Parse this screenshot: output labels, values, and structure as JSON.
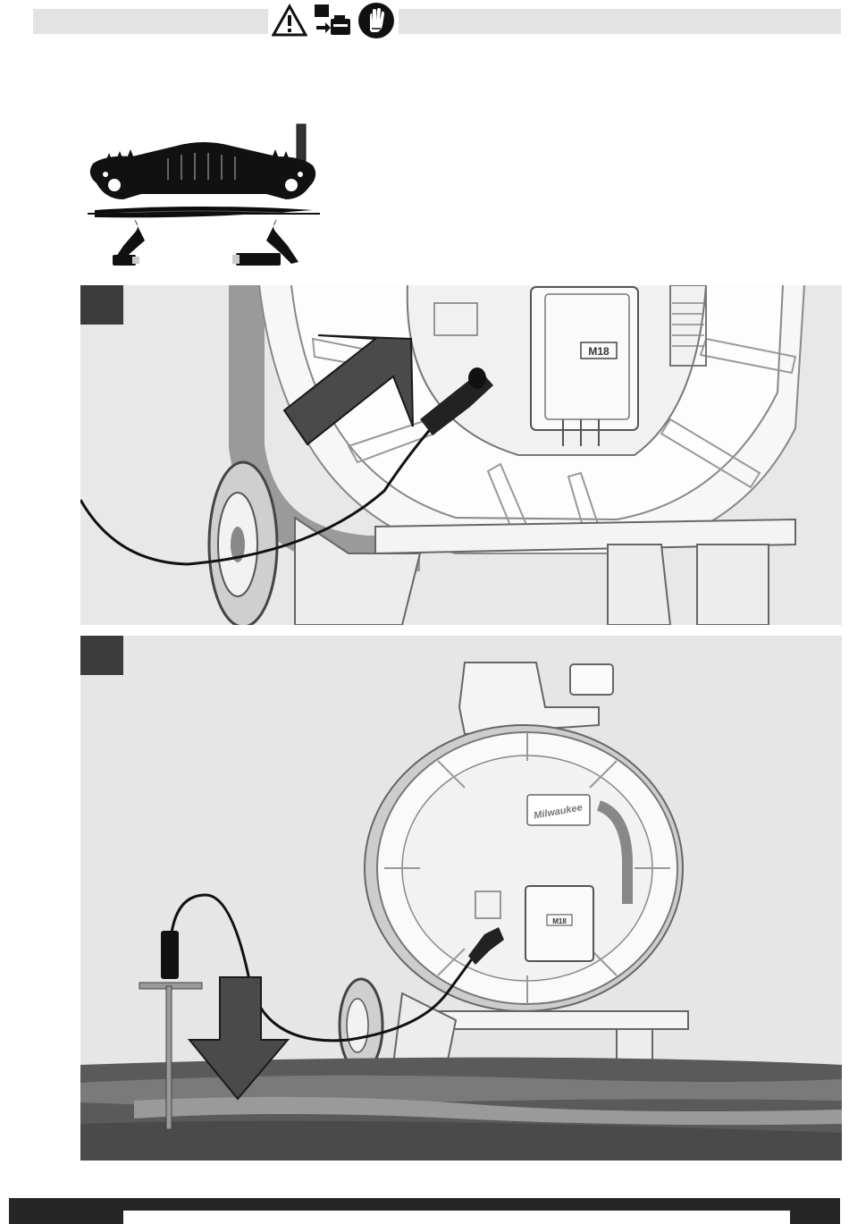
{
  "header": {
    "icons": [
      "warning-triangle-icon",
      "battery-removal-icon",
      "wear-gloves-icon"
    ]
  },
  "kit": {
    "icon": "grounding-clamp-kit-illustration"
  },
  "steps": [
    {
      "icon": "step-1-connect-ground-cable-illustration",
      "arrow": "arrow-insert-icon",
      "badge_color": "#3c3c3c"
    },
    {
      "icon": "step-2-insert-ground-stake-illustration",
      "arrow": "arrow-down-icon",
      "badge_color": "#3c3c3c"
    }
  ],
  "reel": {
    "brand": "Milwaukee",
    "battery_label": "M18"
  },
  "colors": {
    "panel_bg": "#e8e8e8",
    "arrow": "#4a4a4a",
    "badge": "#3c3c3c",
    "ground": "#5a5a5a"
  }
}
